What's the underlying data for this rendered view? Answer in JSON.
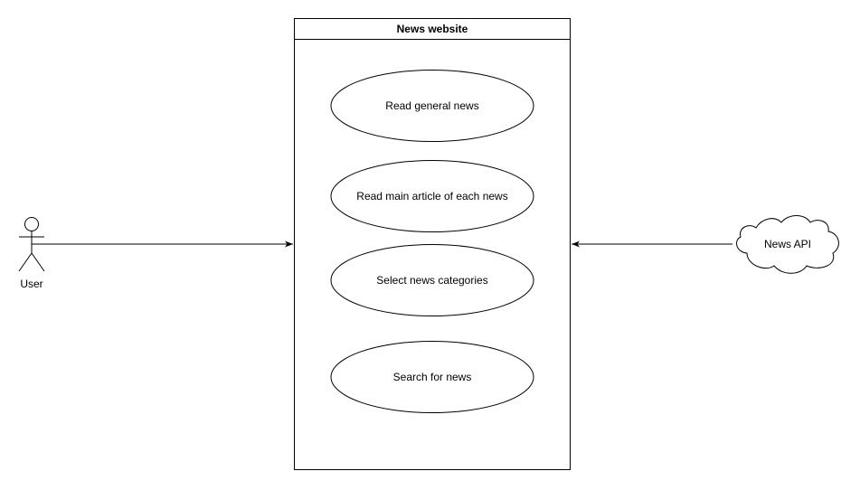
{
  "system": {
    "title": "News website"
  },
  "actors": {
    "user": {
      "label": "User"
    },
    "api": {
      "label": "News API"
    }
  },
  "use_cases": [
    {
      "label": "Read general news"
    },
    {
      "label": "Read main article of each news"
    },
    {
      "label": "Select news categories"
    },
    {
      "label": "Search for news"
    }
  ]
}
